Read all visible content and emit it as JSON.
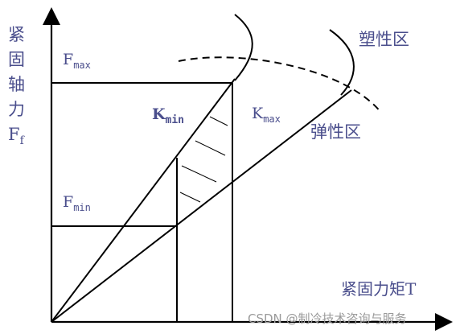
{
  "y_axis_label": [
    "紧",
    "固",
    "轴",
    "力"
  ],
  "y_axis_symbol": {
    "base": "F",
    "sub": "f"
  },
  "x_axis_label": "紧固力矩T",
  "labels": {
    "f_max": {
      "base": "F",
      "sub": "max"
    },
    "f_min": {
      "base": "F",
      "sub": "min"
    },
    "k_max": {
      "base": "K",
      "sub": "max"
    },
    "k_min": {
      "base": "K",
      "sub": "min"
    }
  },
  "region_plastic": "塑性区",
  "region_elastic": "弹性区",
  "watermark": "CSDN @制冷技术咨询与服务",
  "colors": {
    "text": "#4a4e8c",
    "line": "#000000",
    "watermark": "#9a9a9a"
  }
}
